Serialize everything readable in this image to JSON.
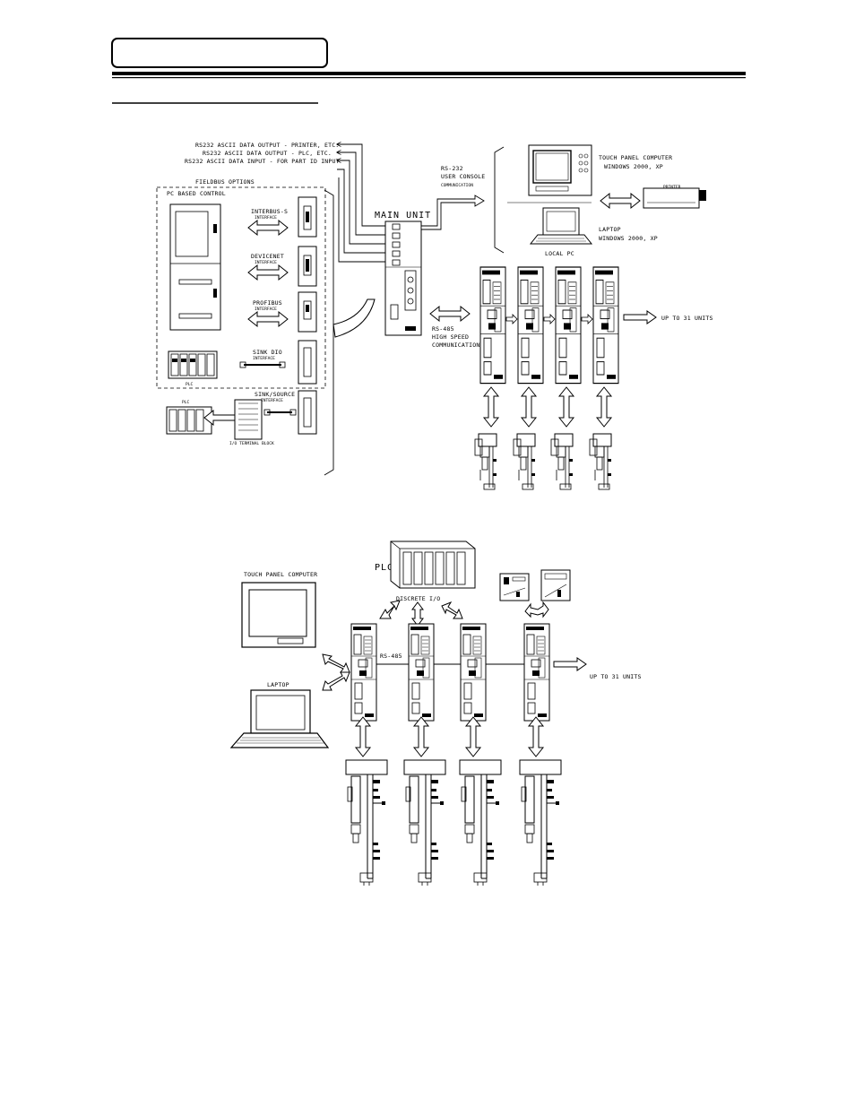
{
  "header": {
    "tab_label": "",
    "section_title": ""
  },
  "diagram1": {
    "rs232_outputs": [
      "RS232 ASCII DATA OUTPUT - PRINTER, ETC.",
      "RS232 ASCII DATA OUTPUT - PLC, ETC.",
      "RS232 ASCII DATA INPUT - FOR PART ID INPUT"
    ],
    "fieldbus_title": "FIELDBUS OPTIONS",
    "pc_based_control": "PC BASED CONTROL",
    "interfaces": [
      {
        "name": "INTERBUS-S",
        "sub": "INTERFACE"
      },
      {
        "name": "DEVICENET",
        "sub": "INTERFACE"
      },
      {
        "name": "PROFIBUS",
        "sub": "INTERFACE"
      },
      {
        "name": "SINK DIO",
        "sub": "INTERFACE"
      },
      {
        "name": "SINK/SOURCE",
        "sub": "INTERFACE"
      }
    ],
    "plc_label": "PLC",
    "terminal_block": "I/O TERMINAL BLOCK",
    "main_unit": "MAIN UNIT",
    "rs232_console": [
      "RS-232",
      "USER CONSOLE",
      "COMMUNICATION"
    ],
    "touch_panel": [
      "TOUCH PANEL COMPUTER",
      "WINDOWS 2000, XP"
    ],
    "printer": "PRINTER",
    "laptop": [
      "LAPTOP",
      "WINDOWS 2000, XP"
    ],
    "local_pc": "LOCAL PC",
    "rs485": [
      "RS-485",
      "HIGH SPEED",
      "COMMUNICATION"
    ],
    "up_to": "UP TO 31 UNITS"
  },
  "diagram2": {
    "plc": "PLC",
    "discrete_io": "DISCRETE I/O",
    "touch_panel": "TOUCH PANEL COMPUTER",
    "laptop": "LAPTOP",
    "rs485": "RS-485",
    "up_to": "UP TO 31 UNITS"
  }
}
